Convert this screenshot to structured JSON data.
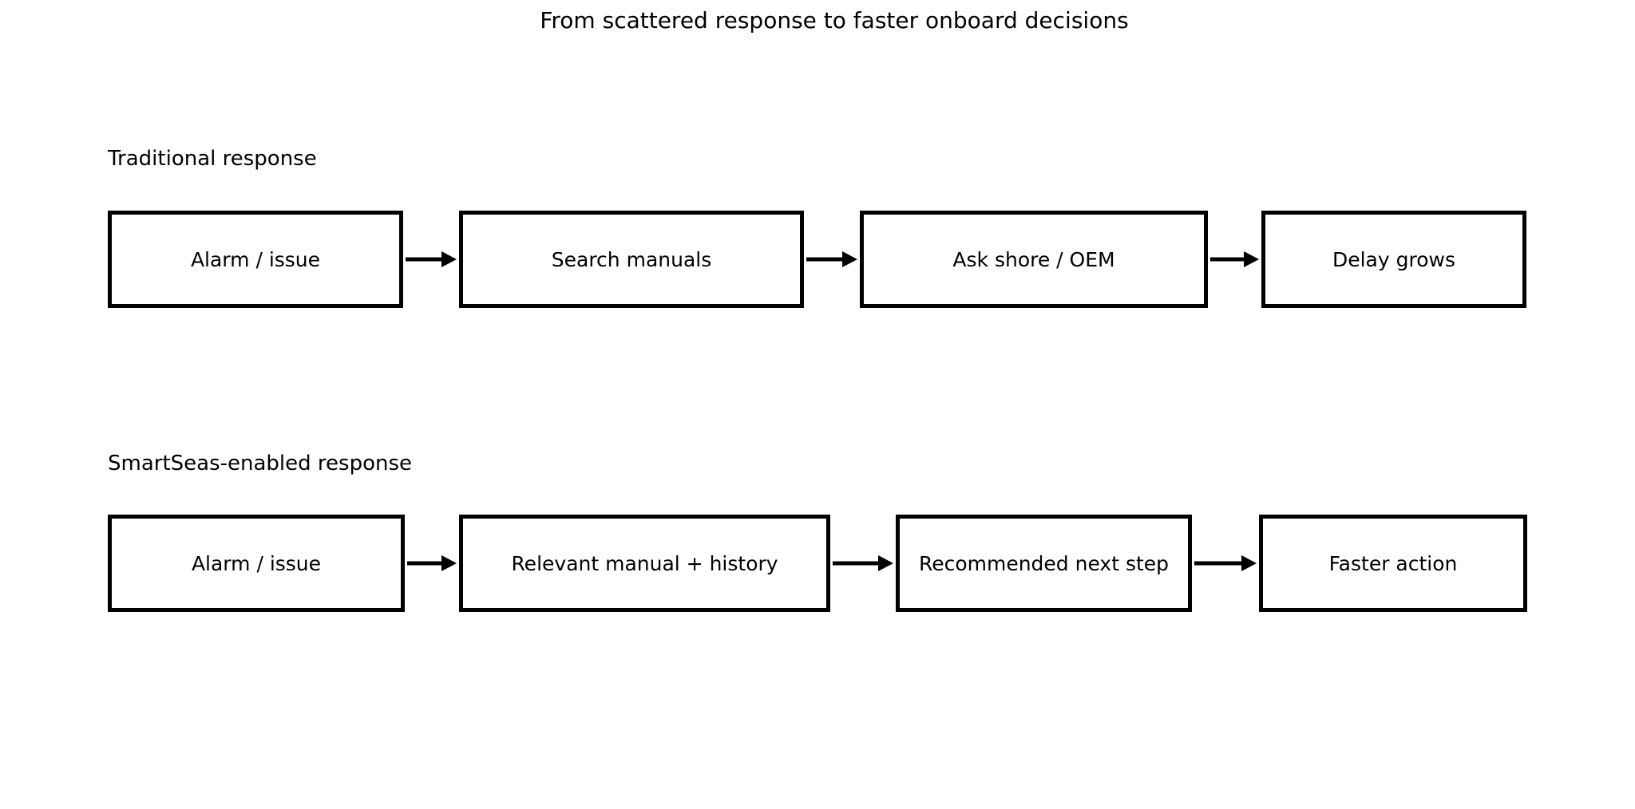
{
  "title": "From scattered response to faster onboard decisions",
  "flows": [
    {
      "label": "Traditional response",
      "steps": [
        "Alarm / issue",
        "Search manuals",
        "Ask shore / OEM",
        "Delay grows"
      ]
    },
    {
      "label": "SmartSeas-enabled response",
      "steps": [
        "Alarm / issue",
        "Relevant manual + history",
        "Recommended next step",
        "Faster action"
      ]
    }
  ],
  "colors": {
    "background": "#ffffff",
    "stroke": "#000000",
    "text": "#000000"
  }
}
